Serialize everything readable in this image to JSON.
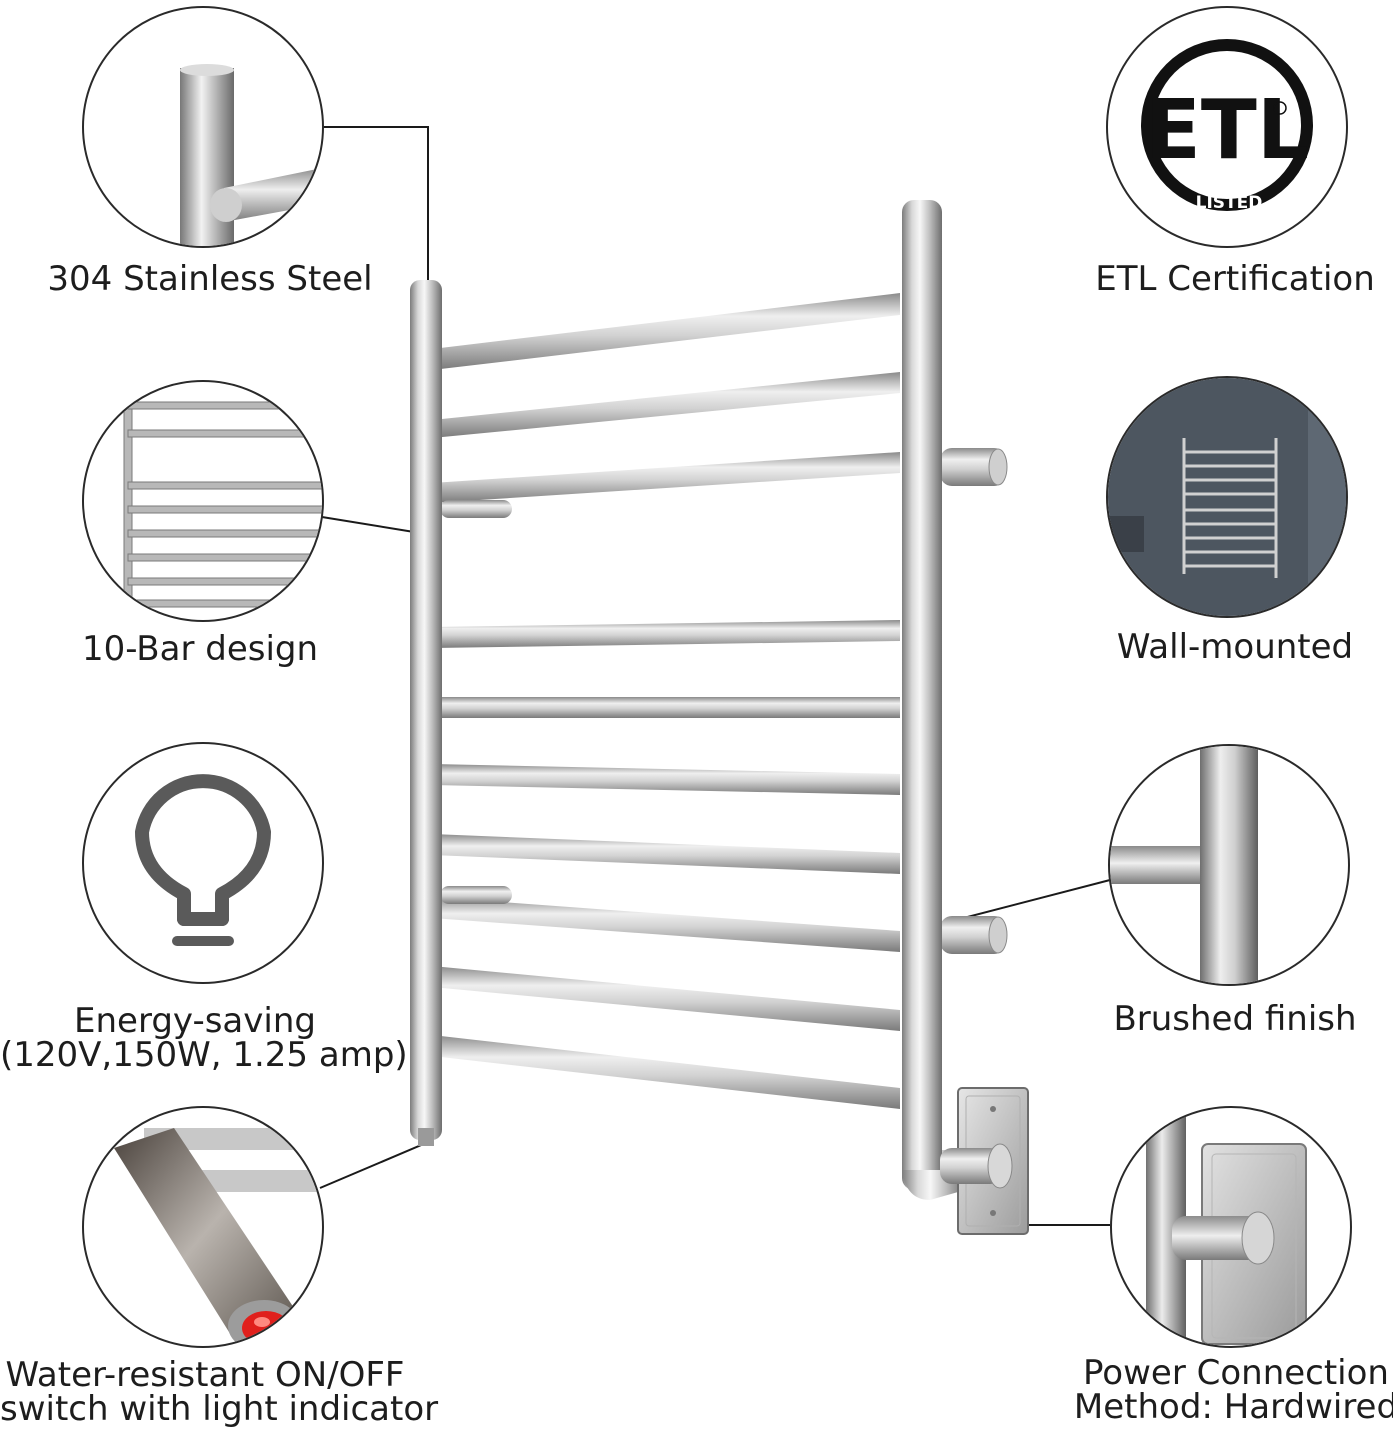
{
  "features": {
    "steel": {
      "label": "304 Stainless Steel",
      "icon": "steel-pipe-closeup-icon"
    },
    "bars": {
      "label": "10-Bar design",
      "icon": "bars-closeup-icon"
    },
    "energy": {
      "label_line1": "Energy-saving",
      "label_line2": "(120V,150W, 1.25 amp)",
      "icon": "light-bulb-icon"
    },
    "switch": {
      "label_line1": "Water-resistant ON/OFF",
      "label_line2": "switch with light indicator",
      "icon": "power-switch-icon"
    },
    "etl": {
      "label": "ETL Certification",
      "logo_text": "ETL",
      "logo_subtext": "LISTED",
      "icon": "etl-listed-logo"
    },
    "wall": {
      "label": "Wall-mounted",
      "icon": "wall-mounted-rack-icon"
    },
    "finish": {
      "label": "Brushed finish",
      "icon": "brushed-pipe-closeup-icon"
    },
    "power": {
      "label_line1": "Power Connection",
      "label_line2": "Method:  Hardwired",
      "icon": "wall-plate-connection-icon"
    }
  },
  "product": {
    "bar_count": 10,
    "icon": "towel-warmer-rack"
  },
  "colors": {
    "steel_light": "#f4f4f4",
    "steel_mid": "#c9c9c9",
    "steel_dark": "#8a8a8a",
    "outline": "#2a2a2a",
    "indicator_red": "#e0201c",
    "wall_gray": "#4d5660"
  }
}
